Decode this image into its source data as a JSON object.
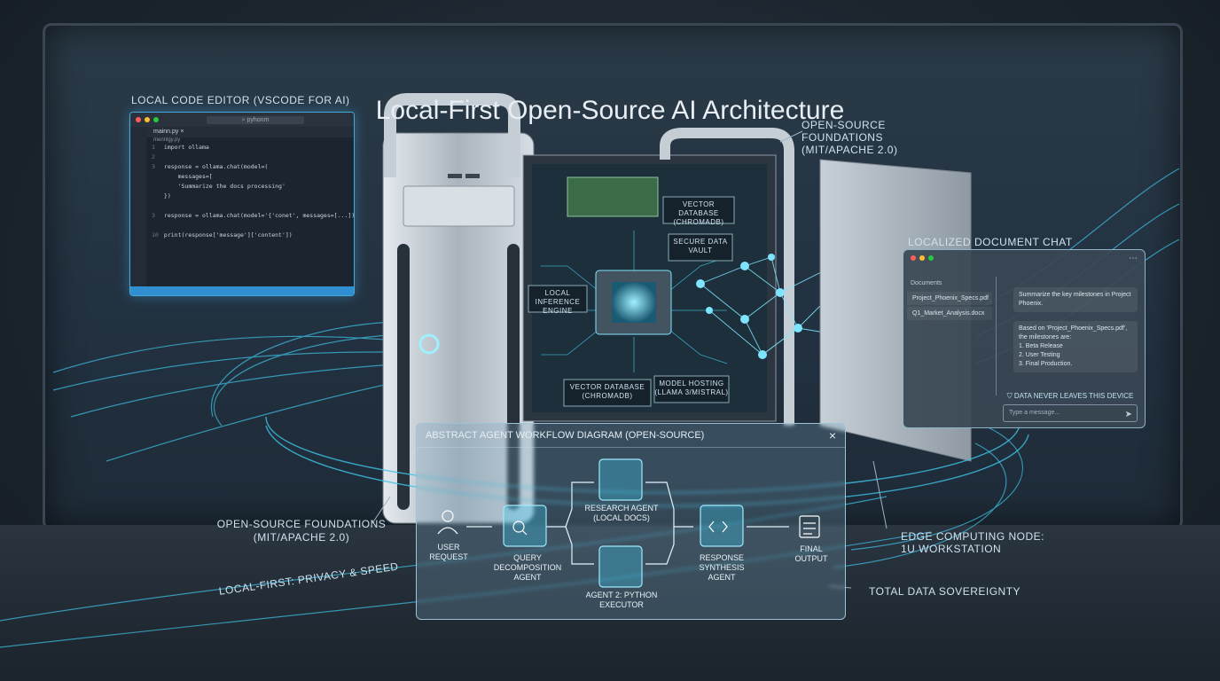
{
  "title": "Local-First Open-Source AI Architecture",
  "labels": {
    "code_editor": "LOCAL CODE EDITOR (VSCODE FOR AI)",
    "foundations_top": "OPEN-SOURCE FOUNDATIONS (MIT/APACHE 2.0)",
    "foundations_bottom_1": "OPEN-SOURCE FOUNDATIONS",
    "foundations_bottom_2": "(MIT/APACHE 2.0)",
    "local_first": "LOCAL-FIRST: PRIVACY & SPEED",
    "document_chat": "LOCALIZED DOCUMENT CHAT",
    "edge_node_1": "EDGE COMPUTING NODE:",
    "edge_node_2": "1U WORKSTATION",
    "sovereignty": "TOTAL DATA SOVEREIGNTY"
  },
  "hardware": {
    "vector_db_top": "VECTOR DATABASE (CHROMADB)",
    "secure_vault": "SECURE DATA VAULT",
    "inference": "LOCAL INFERENCE ENGINE",
    "vector_db_bottom": "VECTOR DATABASE (CHROMADB)",
    "model_hosting": "MODEL HOSTING (LLAMA 3/MISTRAL)"
  },
  "editor": {
    "search": "⌕ pyhonm",
    "tab": "mainn.py ×",
    "breadcrumb": "mennlgy.py",
    "lines": [
      {
        "n": "1",
        "t": "import ollama"
      },
      {
        "n": "2",
        "t": ""
      },
      {
        "n": "3",
        "t": "response = ollama.chat(model=("
      },
      {
        "n": "",
        "t": "    messages=["
      },
      {
        "n": "",
        "t": "    'Summarize the docs processing'"
      },
      {
        "n": "",
        "t": "})"
      },
      {
        "n": "",
        "t": ""
      },
      {
        "n": "3",
        "t": "response = ollama.chat(model='{'conet', messages=[...])"
      },
      {
        "n": "",
        "t": ""
      },
      {
        "n": "10",
        "t": "print(response['message']['content'])"
      }
    ]
  },
  "chat": {
    "docs_header": "Documents",
    "docs": [
      "Project_Phoenix_Specs.pdf",
      "Q1_Market_Analysis.docx"
    ],
    "user_msg": "Summarize the key milestones in Project Phoenix.",
    "bot_msg": "Based on 'Project_Phoenix_Specs.pdf', the milestones are:",
    "bot_items": [
      "1. Beta Release",
      "2. User Testing",
      "3. Final Production."
    ],
    "privacy": "DATA NEVER LEAVES THIS DEVICE",
    "input_placeholder": "Type a message..."
  },
  "workflow": {
    "title": "ABSTRACT AGENT WORKFLOW DIAGRAM (OPEN-SOURCE)",
    "close": "×",
    "nodes": {
      "user": "USER REQUEST",
      "query": "QUERY DECOMPOSITION AGENT",
      "research": "RESEARCH AGENT (LOCAL DOCS)",
      "python": "AGENT 2: PYTHON EXECUTOR",
      "synthesis": "RESPONSE SYNTHESIS AGENT",
      "output": "FINAL OUTPUT"
    }
  },
  "colors": {
    "accent": "#3fc3e8",
    "glow": "#7fe4ff",
    "panel": "#3a4854",
    "chassis": "#b9c2ca"
  }
}
